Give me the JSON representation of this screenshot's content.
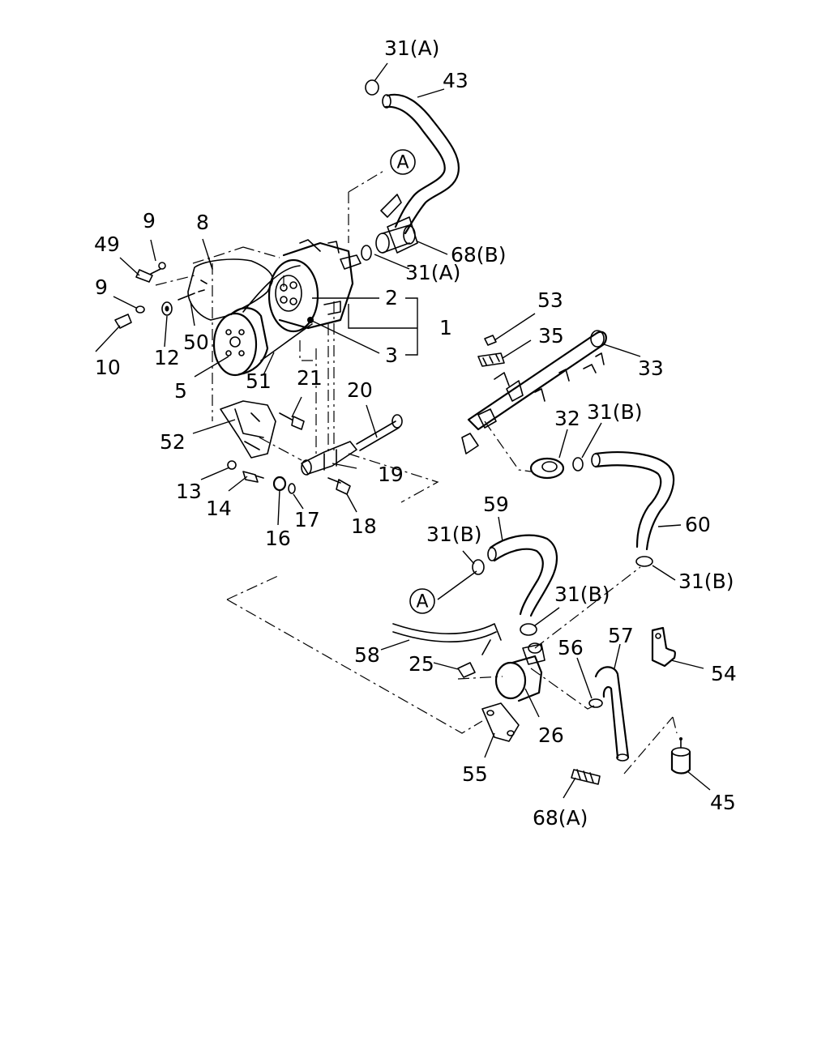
{
  "labels": {
    "l31a_top": "31(A)",
    "l43": "43",
    "l68b": "68(B)",
    "l31a_mid": "31(A)",
    "l2": "2",
    "l1": "1",
    "l3": "3",
    "l9_top": "9",
    "l8": "8",
    "l49": "49",
    "l9_mid": "9",
    "l10": "10",
    "l12": "12",
    "l50": "50",
    "l5": "5",
    "l51": "51",
    "l21": "21",
    "l20": "20",
    "l52": "52",
    "l19": "19",
    "l13": "13",
    "l14": "14",
    "l16": "16",
    "l17": "17",
    "l18": "18",
    "l53": "53",
    "l35": "35",
    "l33": "33",
    "l32": "32",
    "l31b_32": "31(B)",
    "l60": "60",
    "l59": "59",
    "l31b_59": "31(B)",
    "l31b_right": "31(B)",
    "l31b_lower": "31(B)",
    "l58": "58",
    "l25": "25",
    "l56": "56",
    "l57": "57",
    "l54": "54",
    "l26": "26",
    "l55": "55",
    "l45": "45",
    "l68a": "68(A)"
  },
  "refs": {
    "a_top": "A",
    "a_bottom": "A"
  }
}
